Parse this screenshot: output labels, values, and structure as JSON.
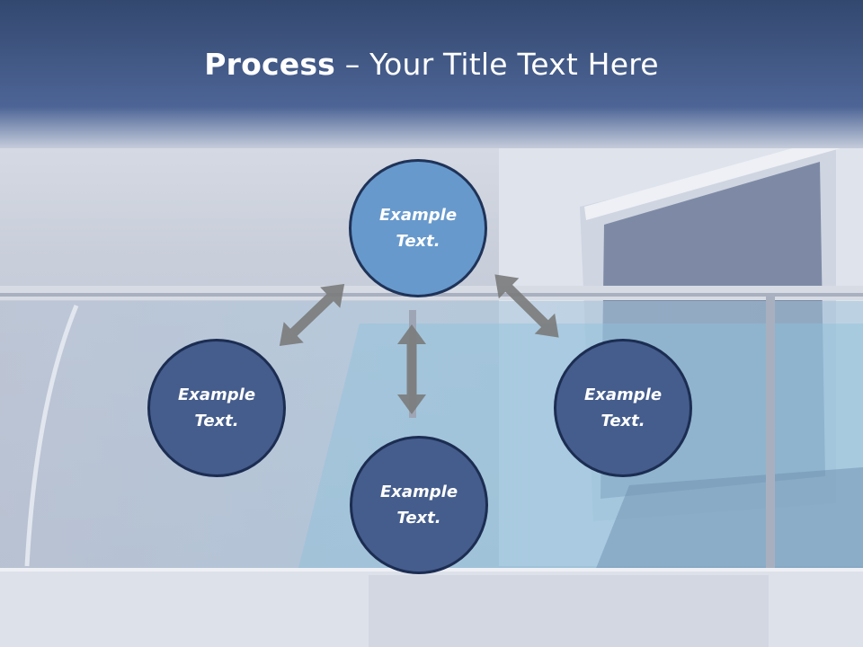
{
  "title": {
    "bold": "Process",
    "rest": " – Your Title Text Here"
  },
  "nodes": {
    "top": "Example\nText.",
    "left": "Example\nText.",
    "right": "Example\nText.",
    "bottom": "Example\nText."
  },
  "colors": {
    "header": "#3d5a8a",
    "node_main": "#6799cc",
    "node_sub": "#455d8c",
    "node_border": "#1c2d52",
    "arrow": "#7b7b7b"
  }
}
